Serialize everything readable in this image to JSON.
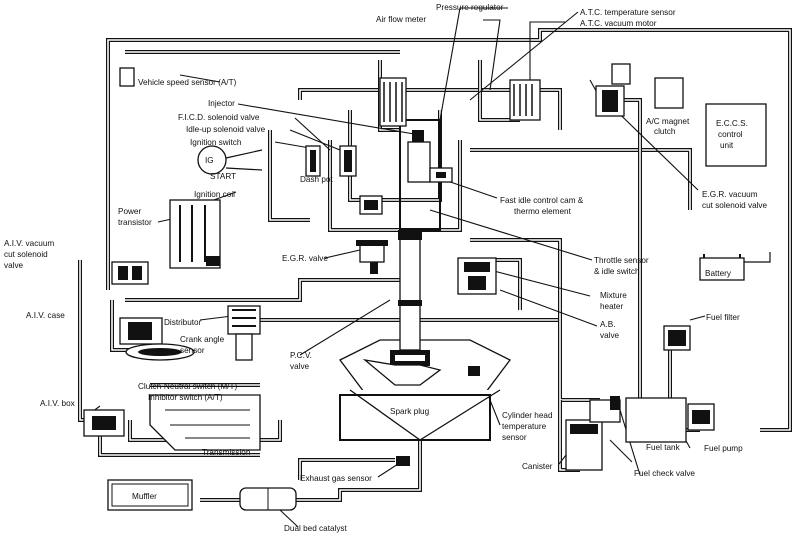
{
  "labels": {
    "pressure_regulator": "Pressure regulator",
    "atc_temperature_sensor": "A.T.C. temperature sensor",
    "air_flow_meter": "Air flow meter",
    "atc_vacuum_motor": "A.T.C. vacuum motor",
    "vehicle_speed_sensor": "Vehicle speed sensor (A/T)",
    "ac_magnet_clutch_1": "A/C magnet",
    "ac_magnet_clutch_2": "clutch",
    "eccs_1": "E.C.C.S.",
    "eccs_2": "control",
    "eccs_3": "unit",
    "injector": "Injector",
    "ficd_valve": "F.I.C.D. solenoid valve",
    "idle_up_valve": "Idle-up solenoid valve",
    "ignition_switch": "Ignition switch",
    "ig": "IG",
    "start": "START",
    "dash_pot": "Dash pot",
    "ignition_coil": "Ignition coil",
    "fast_idle_1": "Fast idle control cam &",
    "fast_idle_2": "thermo element",
    "egr_cut_1": "E.G.R. vacuum",
    "egr_cut_2": "cut solenoid valve",
    "power_transistor_1": "Power",
    "power_transistor_2": "transistor",
    "aiv_cut_1": "A.I.V. vacuum",
    "aiv_cut_2": "cut solenoid",
    "aiv_cut_3": "valve",
    "egr_valve": "E.G.R. valve",
    "throttle_sensor_1": "Throttle sensor",
    "throttle_sensor_2": "& idle switch",
    "battery": "Battery",
    "mixture_heater_1": "Mixture",
    "mixture_heater_2": "heater",
    "aiv_case": "A.I.V. case",
    "distributor": "Distributor",
    "crank_angle_1": "Crank angle",
    "crank_angle_2": "sensor",
    "ab_valve_1": "A.B.",
    "ab_valve_2": "valve",
    "fuel_filter": "Fuel filter",
    "pcv_1": "P.C.V.",
    "pcv_2": "valve",
    "clutch_neutral": "Clutch-Neutral switch (M/T)",
    "inhibitor": "Inhibitor switch (A/T)",
    "aiv_box": "A.I.V. box",
    "spark_plug": "Spark plug",
    "cyl_temp_1": "Cylinder head",
    "cyl_temp_2": "temperature",
    "cyl_temp_3": "sensor",
    "fuel_tank": "Fuel tank",
    "fuel_pump": "Fuel pump",
    "transmission": "Transmission",
    "canister": "Canister",
    "fuel_check_valve": "Fuel check valve",
    "exhaust_gas_sensor": "Exhaust gas sensor",
    "muffler": "Muffler",
    "dual_bed_catalyst": "Dual bed catalyst"
  }
}
